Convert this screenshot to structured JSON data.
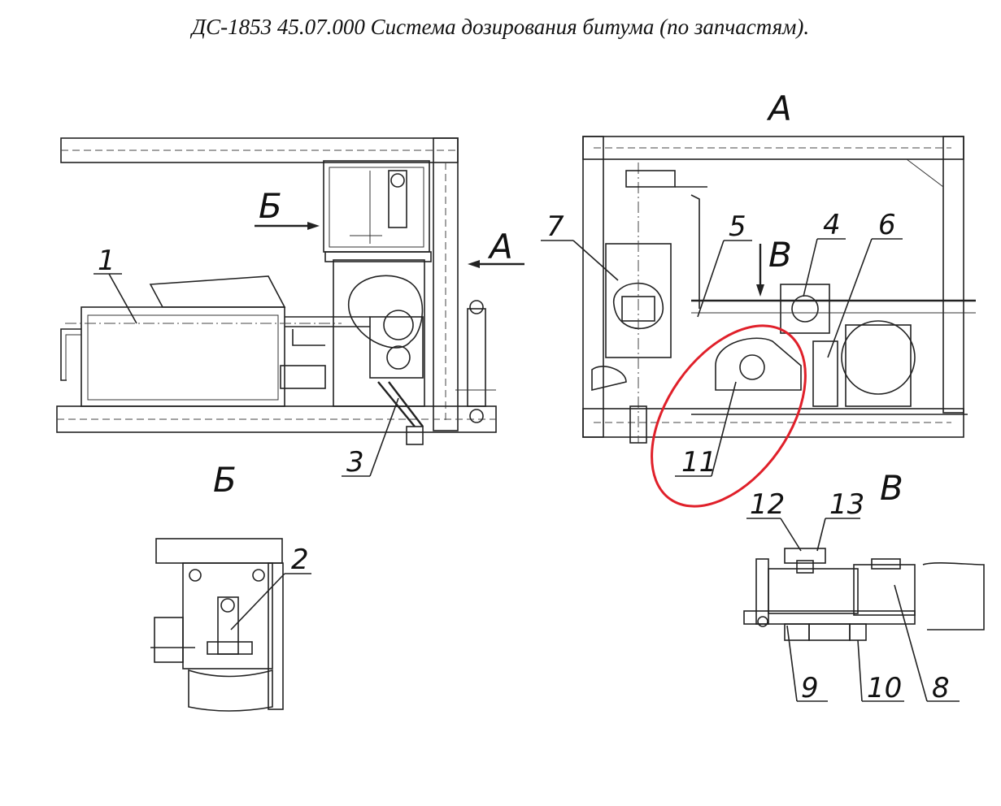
{
  "title": "ДС-1853 45.07.000 Система дозирования битума (по запчастям).",
  "view_labels": {
    "a_top": "А",
    "a_arrow": "А",
    "b_arrow": "Б",
    "b_section": "Б",
    "v_arrow": "В",
    "v_section": "В"
  },
  "callouts": {
    "c1": "1",
    "c2": "2",
    "c3": "3",
    "c4": "4",
    "c5": "5",
    "c6": "6",
    "c7": "7",
    "c8": "8",
    "c9": "9",
    "c10": "10",
    "c11": "11",
    "c12": "12",
    "c13": "13"
  },
  "highlight_color": "#e0202a",
  "line_color": "#222222"
}
